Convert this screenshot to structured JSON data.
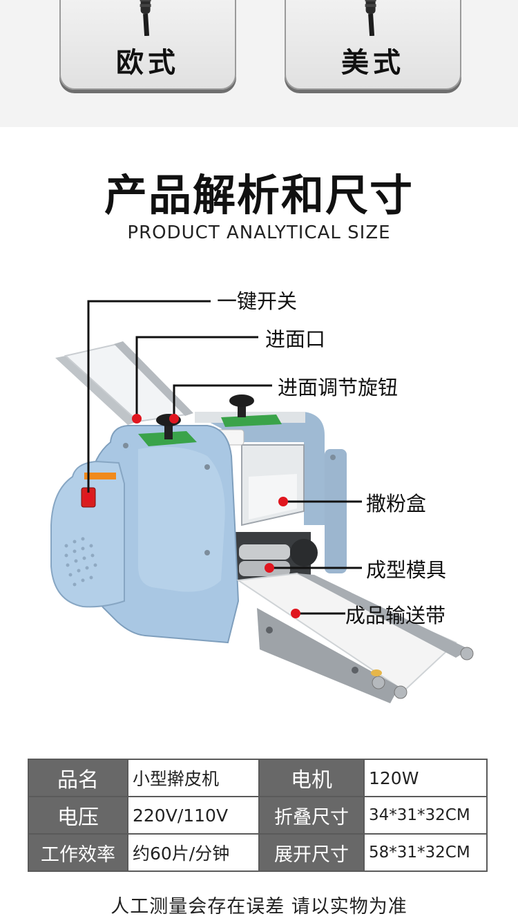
{
  "plugs": [
    {
      "label": "欧式"
    },
    {
      "label": "美式"
    }
  ],
  "header": {
    "title": "产品解析和尺寸",
    "subtitle": "PRODUCT ANALYTICAL SIZE"
  },
  "callouts": {
    "switch": "一键开关",
    "inlet": "进面口",
    "knob": "进面调节旋钮",
    "powder_box": "撒粉盒",
    "mold": "成型模具",
    "conveyor": "成品输送带"
  },
  "specs": [
    {
      "key1": "品名",
      "val1": "小型擀皮机",
      "key2": "电机",
      "val2": "120W"
    },
    {
      "key1": "电压",
      "val1": "220V/110V",
      "key2": "折叠尺寸",
      "val2": "34*31*32CM"
    },
    {
      "key1": "工作效率",
      "val1": "约60片/分钟",
      "key2": "展开尺寸",
      "val2": "58*31*32CM"
    }
  ],
  "footnote": "人工测量会存在误差 请以实物为准",
  "colors": {
    "body_blue": "#a9c7e3",
    "table_header": "#686868",
    "callout_dot": "#e0161f"
  }
}
